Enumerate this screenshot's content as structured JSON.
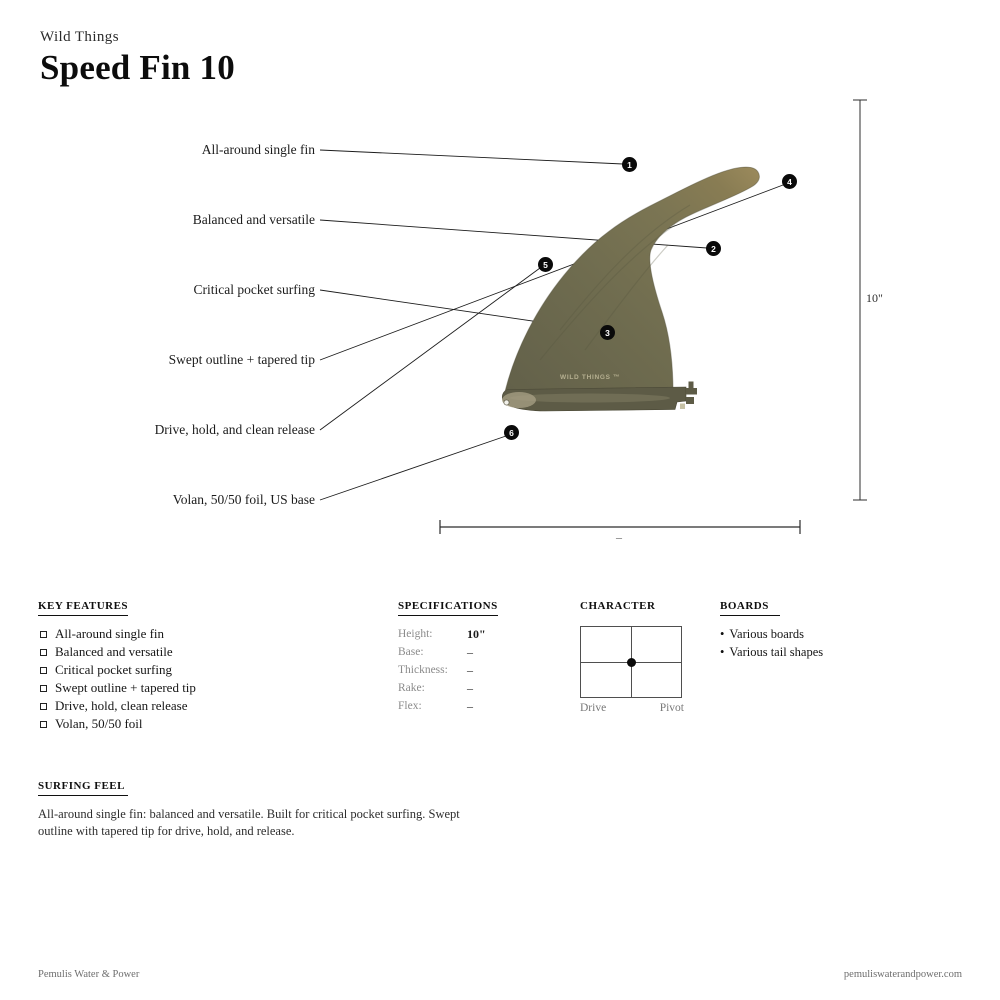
{
  "header": {
    "brand": "Wild Things",
    "title": "Speed Fin 10"
  },
  "diagram": {
    "callouts": [
      {
        "number": "1",
        "label": "All-around single fin"
      },
      {
        "number": "2",
        "label": "Balanced and versatile"
      },
      {
        "number": "3",
        "label": "Critical pocket surfing"
      },
      {
        "number": "4",
        "label": "Swept outline + tapered tip"
      },
      {
        "number": "5",
        "label": "Drive, hold, and clean release"
      },
      {
        "number": "6",
        "label": "Volan, 50/50 foil, US base"
      }
    ],
    "fin_logo": "WILD THINGS ™",
    "fin_color": "#75714f",
    "height_dimension_label": "10\"",
    "base_dimension_label": "–"
  },
  "key_features": {
    "heading": "KEY FEATURES",
    "items": [
      "All-around single fin",
      "Balanced and versatile",
      "Critical pocket surfing",
      "Swept outline + tapered tip",
      "Drive, hold, clean release",
      "Volan, 50/50 foil"
    ]
  },
  "specifications": {
    "heading": "SPECIFICATIONS",
    "rows": [
      {
        "label": "Height:",
        "value": "10\""
      },
      {
        "label": "Base:",
        "value": "–"
      },
      {
        "label": "Thickness:",
        "value": "–"
      },
      {
        "label": "Rake:",
        "value": "–"
      },
      {
        "label": "Flex:",
        "value": "–"
      }
    ]
  },
  "character": {
    "heading": "CHARACTER",
    "axis_left": "Drive",
    "axis_right": "Pivot"
  },
  "boards": {
    "heading": "BOARDS",
    "items": [
      "Various boards",
      "Various tail shapes"
    ]
  },
  "surfing_feel": {
    "heading": "SURFING FEEL",
    "body": "All-around single fin: balanced and versatile. Built for critical pocket surfing. Swept outline with tapered tip for drive, hold, and release."
  },
  "footer": {
    "left": "Pemulis Water & Power",
    "right": "pemuliswaterandpower.com"
  }
}
